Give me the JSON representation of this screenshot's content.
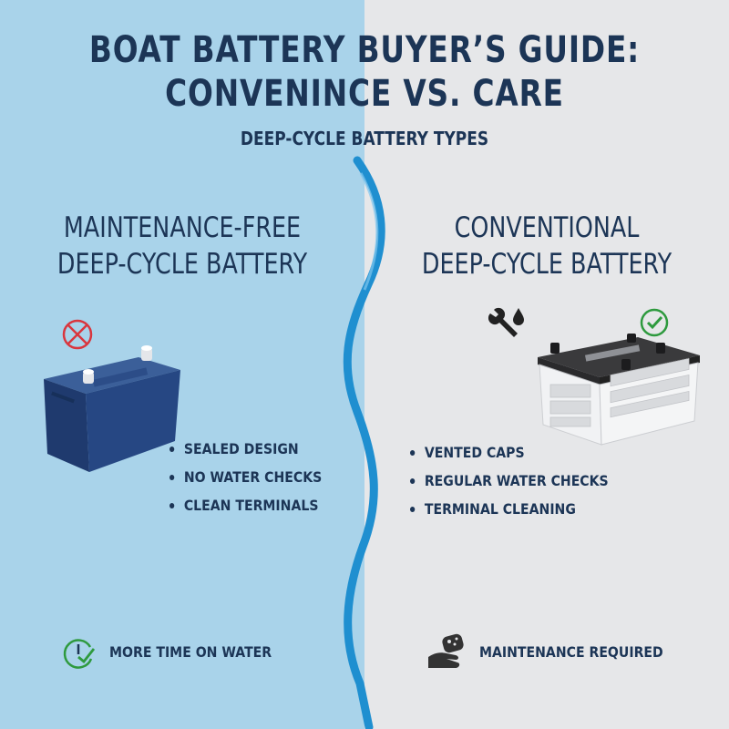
{
  "title": {
    "line1": "BOAT BATTERY BUYER’S GUIDE:",
    "line2": "CONVENINCE VS. CARE",
    "subtitle": "DEEP-CYCLE BATTERY TYPES"
  },
  "left": {
    "heading_line1": "MAINTENANCE-FREE",
    "heading_line2": "DEEP-CYCLE BATTERY",
    "bullets": [
      "SEALED DESIGN",
      "NO WATER CHECKS",
      "CLEAN TERMINALS"
    ],
    "footer": "MORE TIME ON WATER",
    "bg_color": "#a9d3ea",
    "icons": [
      "no-service-icon",
      "battery-sealed-icon",
      "clock-check-icon"
    ]
  },
  "right": {
    "heading_line1": "CONVENTIONAL",
    "heading_line2": "DEEP-CYCLE BATTERY",
    "bullets": [
      "VENTED CAPS",
      "REGULAR WATER CHECKS",
      "TERMINAL CLEANING"
    ],
    "footer": "MAINTENANCE REQUIRED",
    "bg_color": "#e6e7e9",
    "icons": [
      "wrench-icon",
      "water-drop-icon",
      "check-icon",
      "battery-vented-icon",
      "hand-sponge-icon"
    ]
  },
  "colors": {
    "text": "#1c3556",
    "wave": "#1f8fd0",
    "red": "#d9363e",
    "green": "#2e9a3e"
  }
}
